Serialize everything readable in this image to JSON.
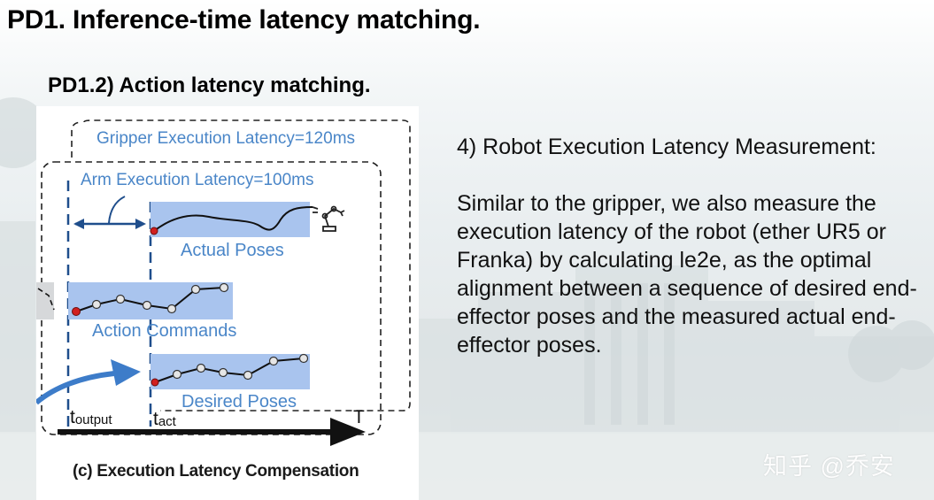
{
  "slide": {
    "title": "PD1. Inference-time latency matching.",
    "subtitle": "PD1.2) Action latency matching."
  },
  "figure": {
    "gripper_latency_label": "Gripper Execution Latency=120ms",
    "arm_latency_label": "Arm Execution Latency=100ms",
    "actual_poses_label": "Actual Poses",
    "action_commands_label": "Action Commands",
    "desired_poses_label": "Desired Poses",
    "t_output_main": "t",
    "t_output_sub": "output",
    "t_act_main": "t",
    "t_act_sub": "act",
    "time_axis_label": "T",
    "caption": "(c) Execution Latency Compensation",
    "robot_icon": "robot-arm-icon",
    "colors": {
      "label_blue": "#4a86c8",
      "band_fill": "#a9c4ee",
      "dash_blue": "#1f4e8c",
      "arrow_blue": "#3d7cc9",
      "start_dot": "#d11f1f"
    }
  },
  "description": {
    "heading": "4) Robot Execution Latency Measurement:",
    "body": "Similar to the gripper, we also measure the execution latency of the robot (ether UR5 or Franka) by calculating le2e, as the optimal alignment between a sequence of desired end-effector poses and the measured actual end-effector poses."
  },
  "watermark": "知乎 @乔安"
}
